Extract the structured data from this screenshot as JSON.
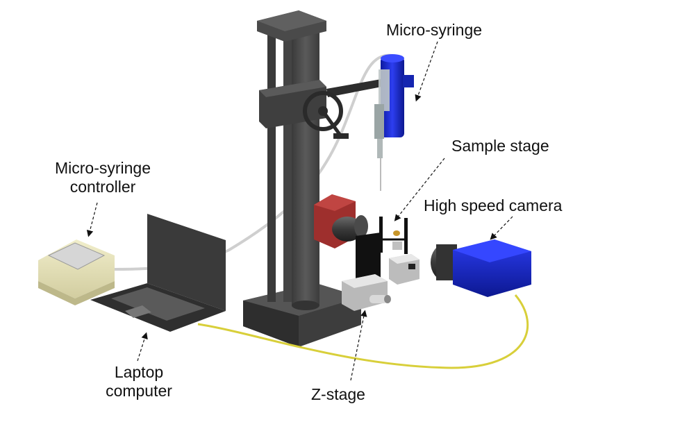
{
  "labels": {
    "micro_syringe": "Micro-syringe",
    "sample_stage": "Sample stage",
    "controller_line1": "Micro-syringe",
    "controller_line2": "controller",
    "high_speed_camera": "High speed camera",
    "laptop_line1": "Laptop",
    "laptop_line2": "computer",
    "z_stage": "Z-stage"
  },
  "colors": {
    "stand": "#4a4a4a",
    "syringe_blue": "#1f2fd0",
    "camera_blue": "#1626c8",
    "camera_red": "#a1302e",
    "cable_yellow": "#d8cf3a",
    "controller_beige": "#e6e2b8"
  }
}
